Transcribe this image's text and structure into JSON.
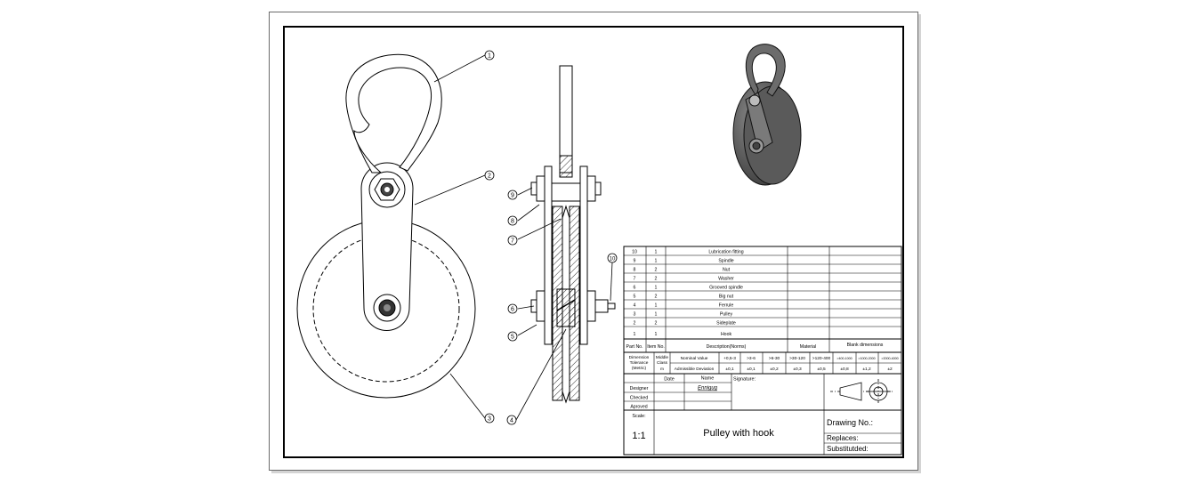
{
  "title_block": {
    "title": "Pulley with hook",
    "scale_label": "Scale:",
    "scale": "1:1",
    "drawing_no_label": "Drawing No.:",
    "replaces_label": "Replaces:",
    "substituted_label": "Substitutded:",
    "date_header": "Date",
    "name_header": "Name",
    "signature_header": "Signature:",
    "roles": [
      "Designer",
      "Checked",
      "Aproved"
    ],
    "designer_name": "Ennigug"
  },
  "parts_list": {
    "headers": {
      "part_no": "Part No.",
      "item_no": "Item No.",
      "description": "Description(Norms)",
      "material": "Material",
      "blank": "Blank dimensions"
    },
    "rows": [
      {
        "part": "10",
        "qty": "1",
        "desc": "Lubrication fitting"
      },
      {
        "part": "9",
        "qty": "1",
        "desc": "Spindle"
      },
      {
        "part": "8",
        "qty": "2",
        "desc": "Nut"
      },
      {
        "part": "7",
        "qty": "2",
        "desc": "Washer"
      },
      {
        "part": "6",
        "qty": "1",
        "desc": "Grooved spindle"
      },
      {
        "part": "5",
        "qty": "2",
        "desc": "Big nut"
      },
      {
        "part": "4",
        "qty": "1",
        "desc": "Ferrule"
      },
      {
        "part": "3",
        "qty": "1",
        "desc": "Pulley"
      },
      {
        "part": "2",
        "qty": "2",
        "desc": "Sideplate"
      },
      {
        "part": "1",
        "qty": "1",
        "desc": "Hook"
      }
    ]
  },
  "tolerance": {
    "label_lines": [
      "Dimension",
      "Tolerance",
      "(Metric)"
    ],
    "class_lines": [
      "Middle",
      "Class"
    ],
    "class_value": "m",
    "nominal_label": "Nominal Value",
    "deviation_label": "Admissible Deviation",
    "nominal": [
      "+0,5-3",
      ">3-6",
      ">6-30",
      ">30-120",
      ">120-400",
      ">400-1000",
      ">1000-2000",
      ">2000-4000"
    ],
    "deviation": [
      "±0,1",
      "±0,1",
      "±0,2",
      "±0,3",
      "±0,5",
      "±0,8",
      "±1,2",
      "±2"
    ]
  },
  "balloons": [
    "1",
    "2",
    "3",
    "4",
    "5",
    "6",
    "7",
    "8",
    "9",
    "10"
  ]
}
